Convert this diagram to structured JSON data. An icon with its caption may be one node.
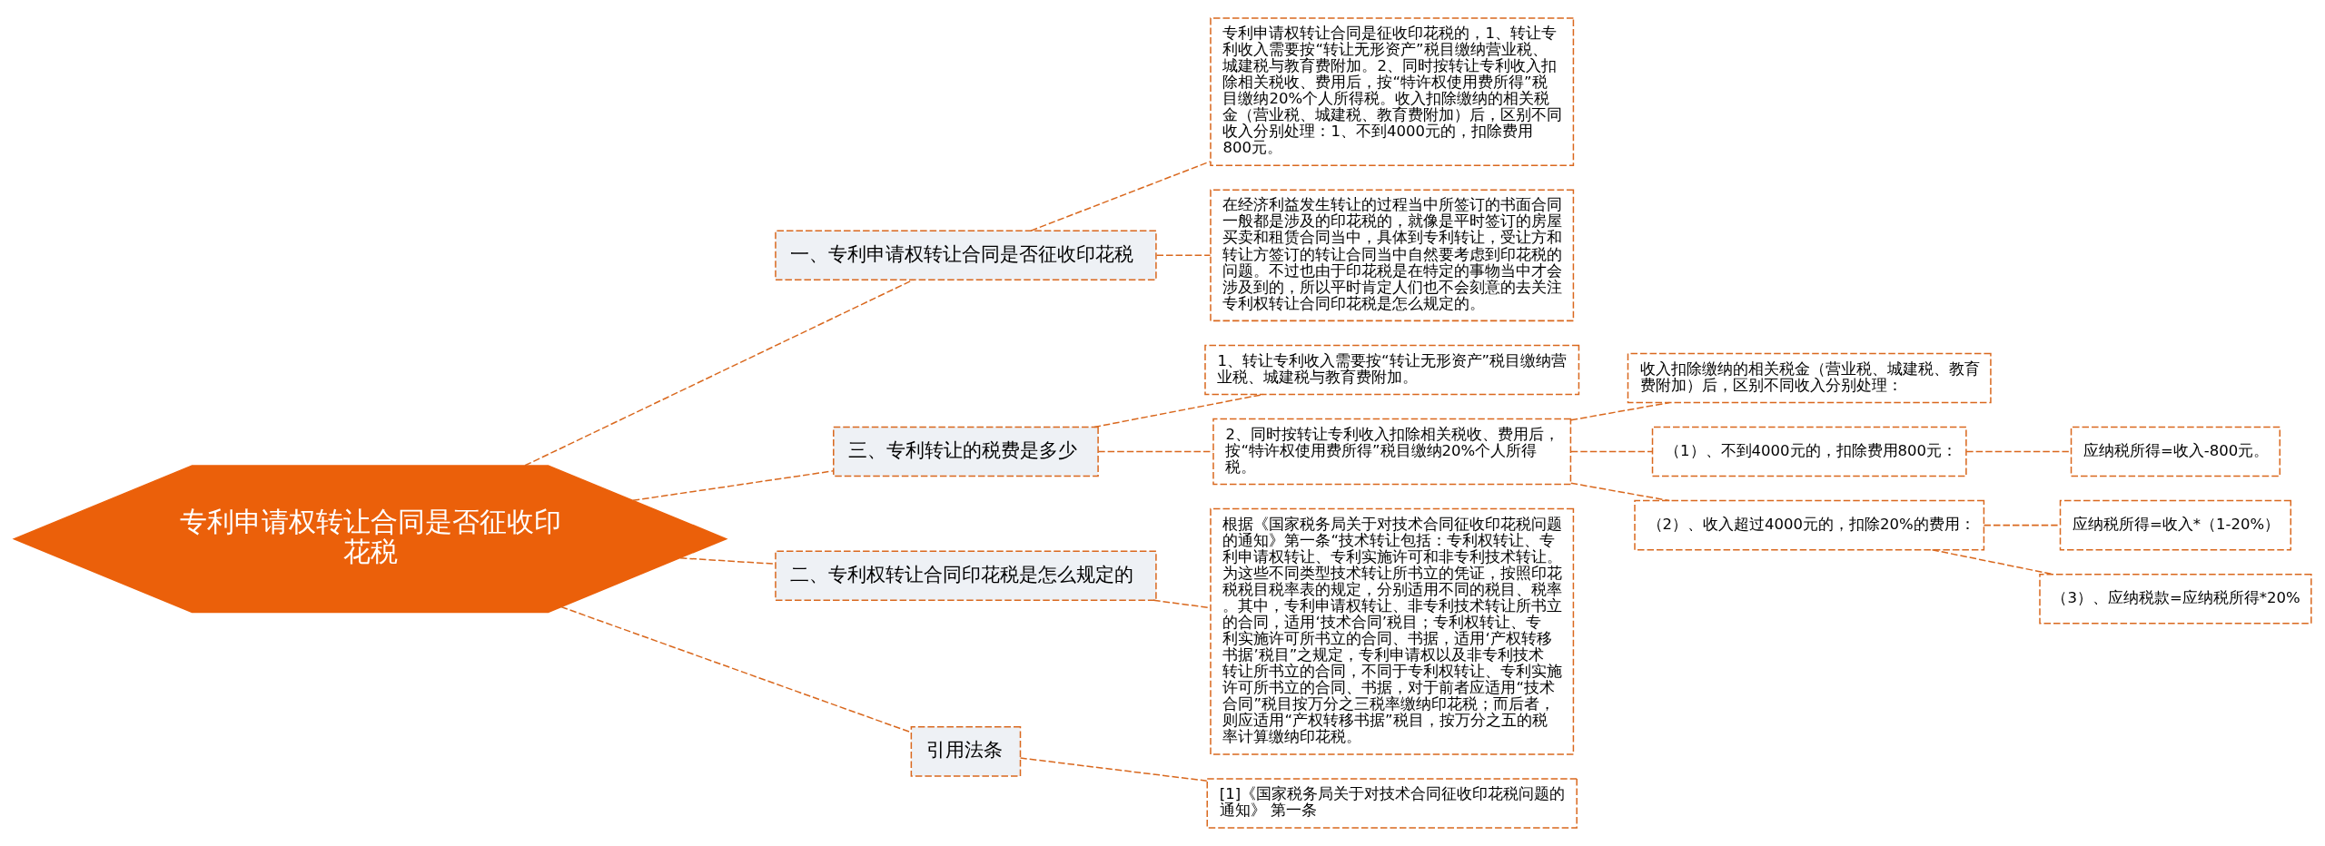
{
  "diagram": {
    "nodes": [
      {
        "text": [
          "专利申请权转让合同是否征收印花税"
        ]
      },
      {
        "text": [
          "一、专利申请权转让合同是否征收印花税"
        ]
      },
      {
        "text": [
          "专利申请权转让合同是征收印花税的，1、转让专利收入需要按“转让无形资产”税目缴纳营业税、城建税与教育费附加。2、同时按转让专利收入扣除相关税收、费用后，按“特许权使用费所得”税目缴纳20%个人所得税。收入扣除缴纳的相关税金（营业税、城建税、教育费附加）后，区别不同收入分别处理：1、不到4000元的，扣除费用800元。"
        ]
      },
      {
        "text": [
          "在经济利益发生转让的过程当中所签订的书面合同一般都是涉及的印花税的，就像是平时签订的房屋买卖和租赁合同当中，具体到专利转让，受让方和转让方签订的转让合同当中自然要考虑到印花税的问题。不过也由于印花税是在特定的事物当中才会涉及到的，所以平时肯定人们也不会刻意的去关注专利权转让合同印花税是怎么规定的。"
        ]
      },
      {
        "text": [
          "三、专利转让的税费是多少"
        ]
      },
      {
        "text": [
          "1、转让专利收入需要按“转让无形资产”税目缴纳营业税、城建税与教育费附加。"
        ]
      },
      {
        "text": [
          "2、同时按转让专利收入扣除相关税收、费用后，按“特许权使用费所得”税目缴纳20%个人所得税。"
        ]
      },
      {
        "text": [
          "收入扣除缴纳的相关税金（营业税、城建税、教育费附加）后，区别不同收入分别处理："
        ]
      },
      {
        "text": [
          "（1）、不到4000元的，扣除费用800元："
        ]
      },
      {
        "text": [
          "应纳税所得=收入-800元。"
        ]
      },
      {
        "text": [
          "（2）、收入超过4000元的，扣除20%的费用："
        ]
      },
      {
        "text": [
          "应纳税所得=收入*（1-20%）"
        ]
      },
      {
        "text": [
          "（3）、应纳税款=应纳税所得*20%"
        ]
      },
      {
        "text": [
          "二、专利权转让合同印花税是怎么规定的"
        ]
      },
      {
        "text": [
          "根据《国家税务局关于对技术合同征收印花税问题的通知》第一条“技术转让包括：专利权转让、专利申请权转让、专利实施许可和非专利技术转让。为这些不同类型技术转让所书立的凭证，按照印花税税目税率表的规定，分别适用不同的税目、税率。其中，专利申请权转让、非专利技术转让所书立的合同，适用‘技术合同’税目；专利权转让、专利实施许可所书立的合同、书据，适用‘产权转移书据’税目”之规定，专利申请权以及非专利技术转让所书立的合同，不同于专利权转让、专利实施许可所书立的合同、书据，对于前者应适用“技术合同”税目按万分之三税率缴纳印花税；而后者，则应适用“产权转移书据”税目，按万分之五的税率计算缴纳印花税。"
        ]
      },
      {
        "text": [
          "引用法条"
        ]
      },
      {
        "text": [
          "[1]《国家税务局关于对技术合同征收印花税问题的通知》 第一条"
        ]
      }
    ],
    "edges": [
      {
        "from": 0,
        "to": 1,
        "arrow": "none"
      },
      {
        "from": 1,
        "to": 2,
        "arrow": "none"
      },
      {
        "from": 1,
        "to": 3,
        "arrow": "none"
      },
      {
        "from": 0,
        "to": 4,
        "arrow": "none"
      },
      {
        "from": 4,
        "to": 5,
        "arrow": "none"
      },
      {
        "from": 4,
        "to": 6,
        "arrow": "none"
      },
      {
        "from": 6,
        "to": 7,
        "arrow": "none"
      },
      {
        "from": 6,
        "to": 8,
        "arrow": "none"
      },
      {
        "from": 8,
        "to": 9,
        "arrow": "none"
      },
      {
        "from": 6,
        "to": 10,
        "arrow": "none"
      },
      {
        "from": 10,
        "to": 11,
        "arrow": "none"
      },
      {
        "from": 10,
        "to": 12,
        "arrow": "none"
      },
      {
        "from": 0,
        "to": 13,
        "arrow": "none"
      },
      {
        "from": 13,
        "to": 14,
        "arrow": "none"
      },
      {
        "from": 0,
        "to": 15,
        "arrow": "none"
      },
      {
        "from": 15,
        "to": 16,
        "arrow": "none"
      }
    ]
  }
}
